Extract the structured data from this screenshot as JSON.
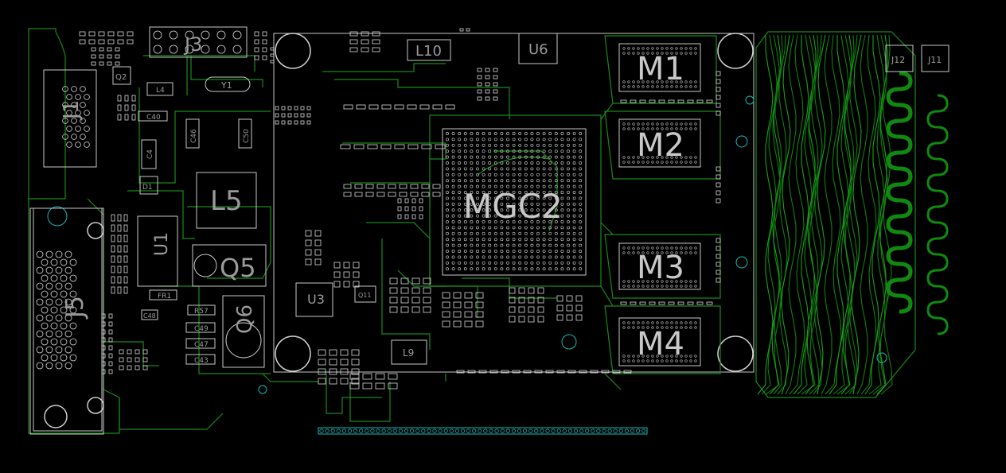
{
  "board": {
    "background": "#000000",
    "copper_color": "#1a8a1a",
    "silk_color": "#c8c8c8",
    "via_color": "#1cb8b8"
  },
  "designators": {
    "J1": "J1",
    "J3": "J3",
    "J5": "J5",
    "U6": "U6",
    "L10": "L10",
    "Y1": "Y1",
    "Q2": "Q2",
    "L4": "L4",
    "C40": "C40",
    "C46": "C46",
    "C50": "C50",
    "C4": "C4",
    "D1": "D1",
    "L5": "L5",
    "Q5": "Q5",
    "Q6": "Q6",
    "U1": "U1",
    "FR1": "FR1",
    "R57": "R57",
    "C48": "C48",
    "C47": "C47",
    "C43": "C43",
    "C49": "C49",
    "U3": "U3",
    "Q11": "Q11",
    "L9": "L9",
    "MGC2": "MGC2",
    "M1": "M1",
    "M2": "M2",
    "M3": "M3",
    "M4": "M4",
    "J12": "J12",
    "J11": "J11"
  }
}
